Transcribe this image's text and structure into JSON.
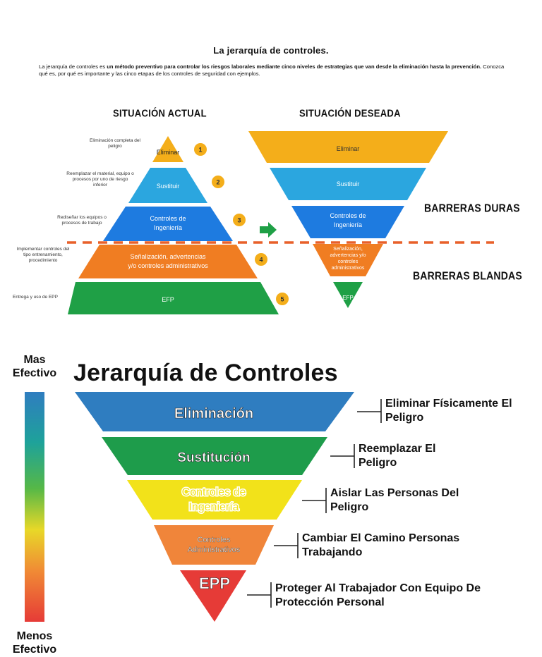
{
  "top": {
    "title": "La jerarquía de controles.",
    "intro_plain_1": "La jerarquía de controles es ",
    "intro_bold": "un método preventivo para controlar los riesgos laborales mediante cinco niveles de estrategias que van desde la eliminación hasta la prevención.",
    "intro_plain_2": " Conozca qué es, por qué es importante y las cinco etapas de los controles de seguridad con ejemplos.",
    "actual_heading": "SITUACIÓN  ACTUAL",
    "desired_heading": "SITUACIÓN  DESEADA",
    "hard_barriers": "BARRERAS DURAS",
    "soft_barriers": "BARRERAS BLANDAS",
    "levels": [
      {
        "number": "1",
        "label": "Eliminar",
        "note": "Eliminación completa del peligro",
        "color": "#F4AE1A"
      },
      {
        "number": "2",
        "label": "Sustituir",
        "note": "Reemplazar el material, equipo o procesos por uno de riesgo inferior",
        "color": "#2BA6DF"
      },
      {
        "number": "3",
        "label": "Controles de Ingeniería",
        "note": "Rediseñar los equipos o procesos de trabajo",
        "color": "#1E7BE0"
      },
      {
        "number": "4",
        "label": "Señalización, advertencias y/o controles administrativos",
        "note": "Implementar controles del tipo entrenamiento, procedimiento",
        "color": "#F07D22"
      },
      {
        "number": "5",
        "label": "EFP",
        "note": "Entrega y uso de EPP",
        "color": "#1FA046"
      }
    ],
    "desired_labels": [
      "Eliminar",
      "Sustituir",
      "Controles de Ingeniería",
      "Señalización, advertencias y/o controles administrativos",
      "EFP"
    ]
  },
  "bottom": {
    "title": "Jerarquía de Controles",
    "most_effective": "Mas Efectivo",
    "least_effective": "Menos Efectivo",
    "levels": [
      {
        "label": "Eliminación",
        "desc": "Eliminar Físicamente El Peligro",
        "color": "#2F7DC0"
      },
      {
        "label": "Sustitución",
        "desc": "Reemplazar El Peligro",
        "color": "#1E9C4B"
      },
      {
        "label": "Controles de Ingeniería",
        "desc": "Aislar Las Personas Del Peligro",
        "color": "#F2E21A"
      },
      {
        "label": "Controles Administrativos",
        "desc": "Cambiar El Camino Personas Trabajando",
        "color": "#F0853A"
      },
      {
        "label": "EPP",
        "desc": "Proteger Al Trabajador Con Equipo De Protección Personal",
        "color": "#E63B37"
      }
    ]
  }
}
